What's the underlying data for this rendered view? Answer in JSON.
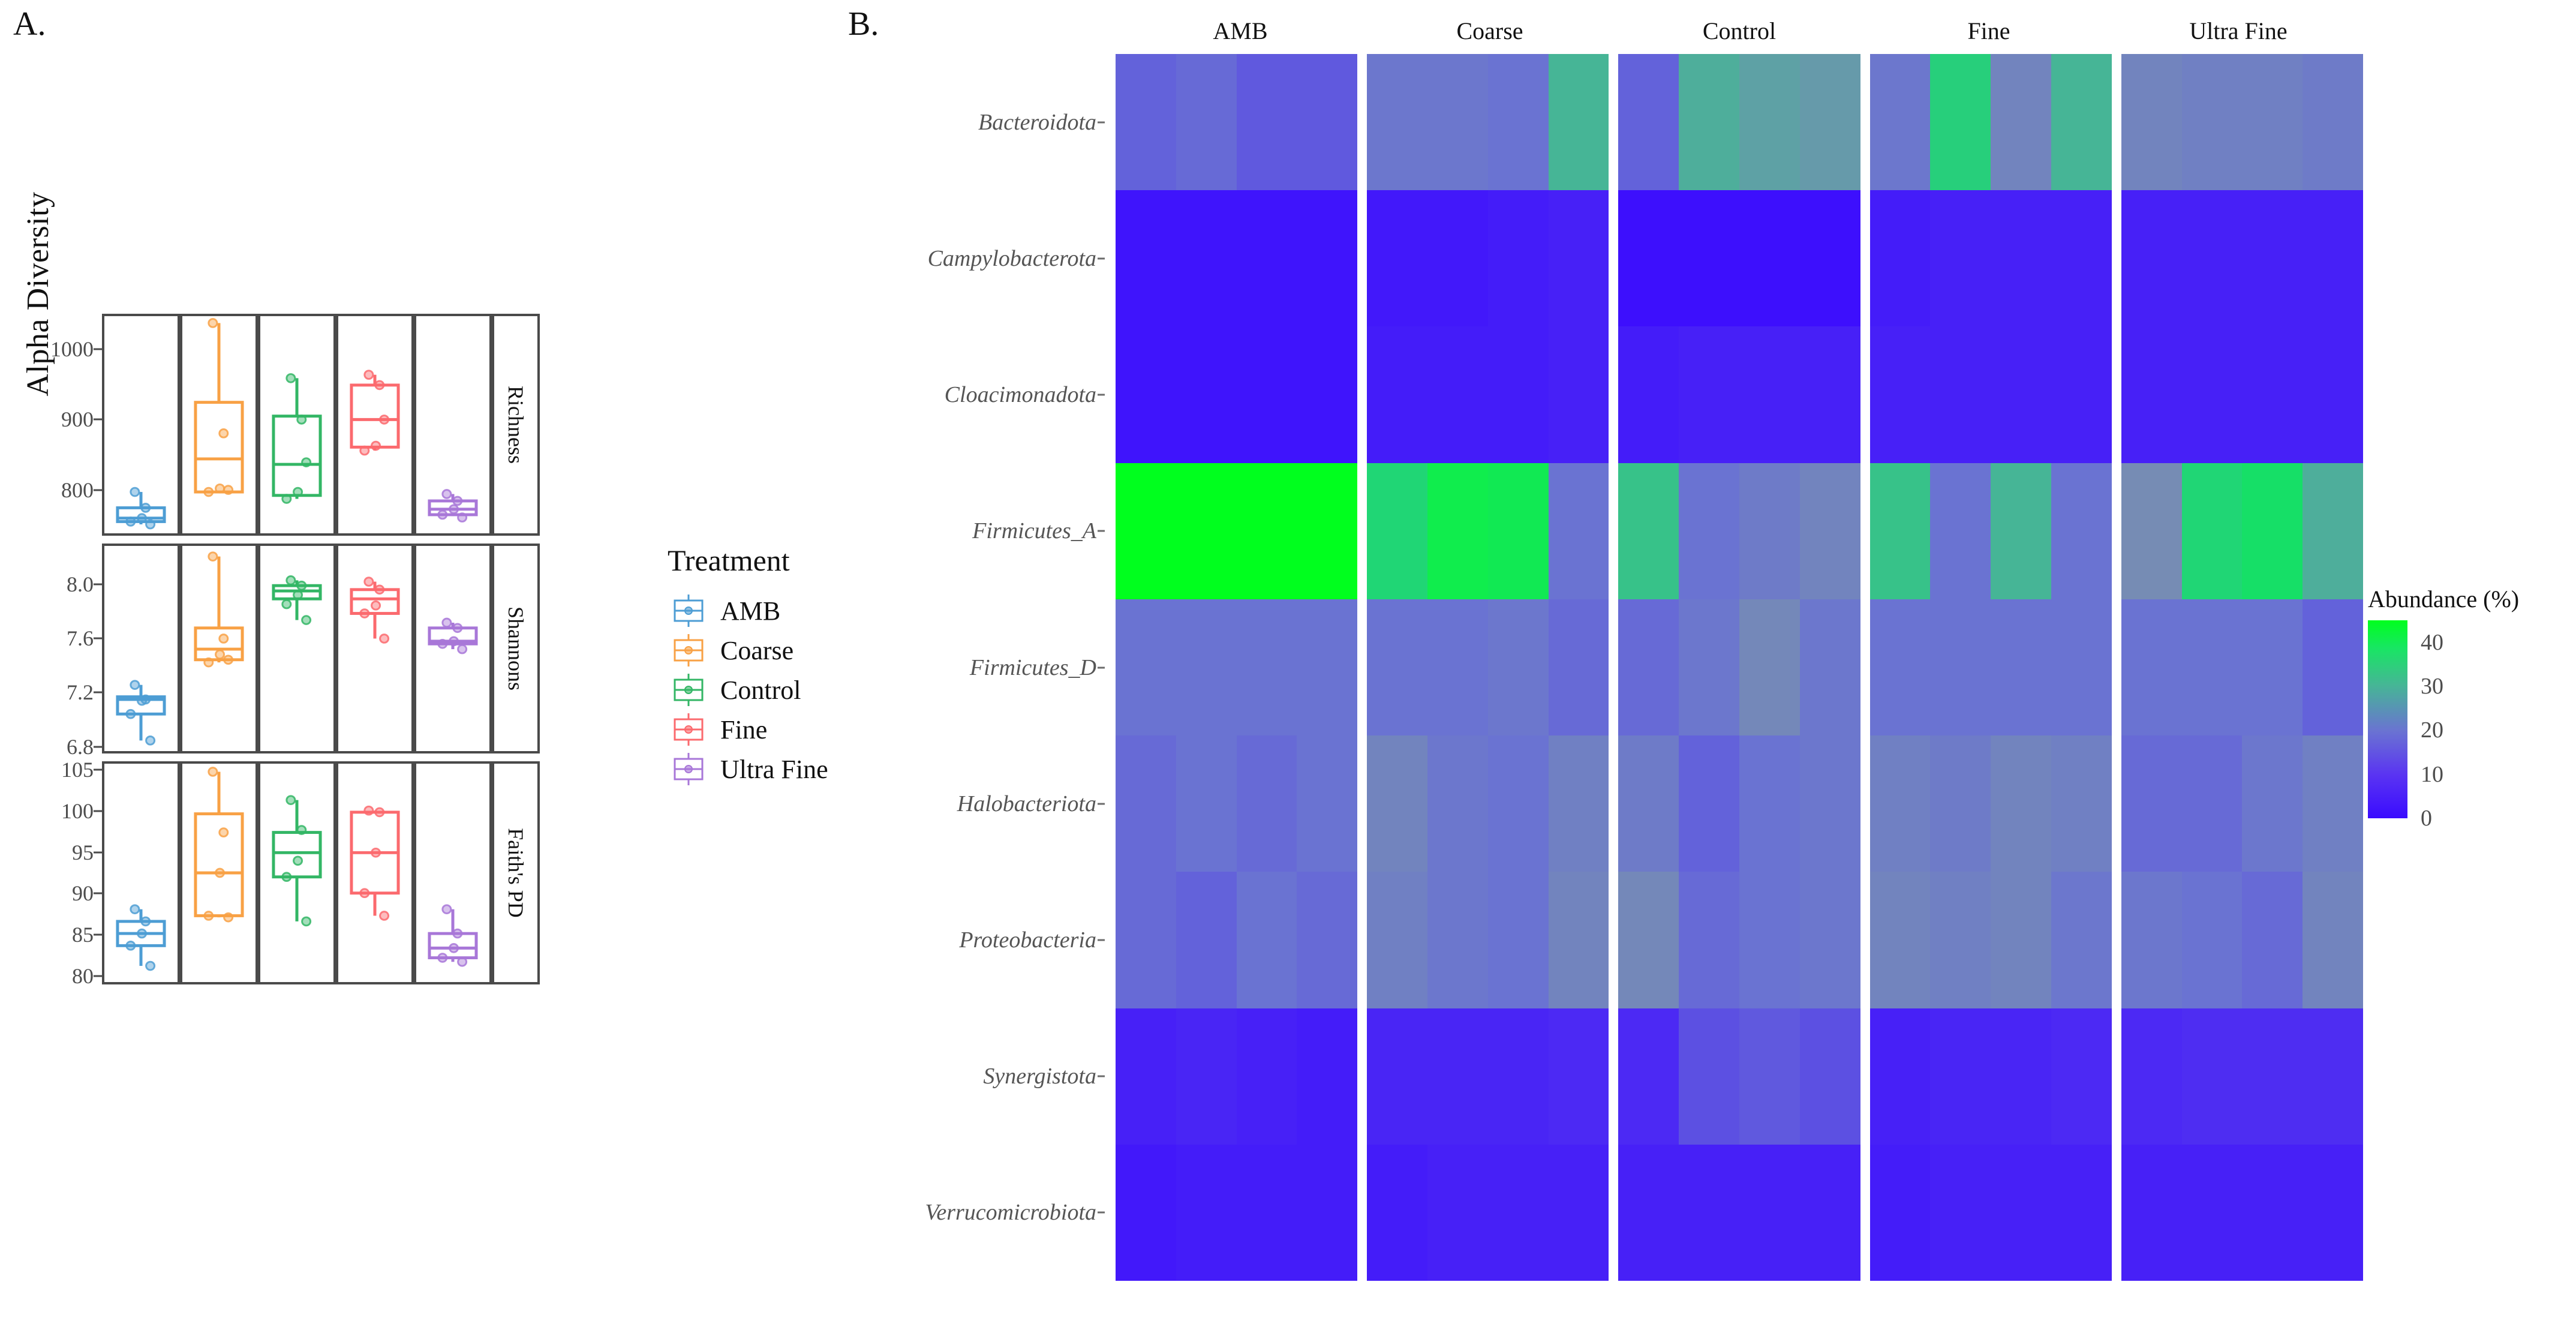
{
  "figure": {
    "panel_a_letter": "A.",
    "panel_b_letter": "B."
  },
  "panel_a": {
    "y_axis_label": "Alpha Diversity",
    "legend_title": "Treatment",
    "treatments": [
      {
        "name": "AMB",
        "color": "#4D9DD4"
      },
      {
        "name": "Coarse",
        "color": "#F8A145"
      },
      {
        "name": "Control",
        "color": "#33B665"
      },
      {
        "name": "Fine",
        "color": "#FB6A6E"
      },
      {
        "name": "Ultra Fine",
        "color": "#A877D8"
      }
    ],
    "facets": [
      {
        "strip_label": "Richness",
        "ticks": [
          1000,
          900,
          800
        ],
        "ylim": [
          735,
          1050
        ],
        "boxes": [
          {
            "treatment": "AMB",
            "min": 748,
            "q1": 752,
            "median": 757,
            "q3": 772,
            "max": 795,
            "points": [
              795,
              772,
              757,
              752,
              748
            ]
          },
          {
            "treatment": "Coarse",
            "min": 795,
            "q1": 795,
            "median": 843,
            "q3": 925,
            "max": 1040,
            "points": [
              1040,
              880,
              800,
              795,
              798
            ]
          },
          {
            "treatment": "Control",
            "min": 785,
            "q1": 790,
            "median": 835,
            "q3": 905,
            "max": 960,
            "points": [
              960,
              900,
              795,
              785,
              838
            ]
          },
          {
            "treatment": "Fine",
            "min": 855,
            "q1": 860,
            "median": 900,
            "q3": 950,
            "max": 965,
            "points": [
              965,
              950,
              862,
              855,
              900
            ]
          },
          {
            "treatment": "Ultra Fine",
            "min": 760,
            "q1": 762,
            "median": 770,
            "q3": 782,
            "max": 792,
            "points": [
              792,
              782,
              770,
              762,
              758
            ]
          }
        ]
      },
      {
        "strip_label": "Shannons",
        "ticks": [
          "8.0",
          "7.6",
          "7.2",
          "6.8"
        ],
        "ylim": [
          6.75,
          8.3
        ],
        "boxes": [
          {
            "treatment": "AMB",
            "min": 6.83,
            "q1": 7.03,
            "median": 7.14,
            "q3": 7.16,
            "max": 7.25,
            "points": [
              7.25,
              7.14,
              7.13,
              7.03,
              6.83
            ]
          },
          {
            "treatment": "Coarse",
            "min": 7.42,
            "q1": 7.44,
            "median": 7.52,
            "q3": 7.68,
            "max": 8.22,
            "points": [
              8.22,
              7.6,
              7.48,
              7.42,
              7.44
            ]
          },
          {
            "treatment": "Control",
            "min": 7.74,
            "q1": 7.9,
            "median": 7.96,
            "q3": 8.0,
            "max": 8.04,
            "points": [
              8.04,
              8.0,
              7.93,
              7.86,
              7.74
            ]
          },
          {
            "treatment": "Fine",
            "min": 7.6,
            "q1": 7.79,
            "median": 7.9,
            "q3": 7.97,
            "max": 8.03,
            "points": [
              8.03,
              7.97,
              7.85,
              7.79,
              7.6
            ]
          },
          {
            "treatment": "Ultra Fine",
            "min": 7.52,
            "q1": 7.56,
            "median": 7.58,
            "q3": 7.68,
            "max": 7.72,
            "points": [
              7.72,
              7.68,
              7.58,
              7.56,
              7.52
            ]
          }
        ]
      },
      {
        "strip_label": "Faith's PD",
        "ticks": [
          105,
          100,
          95,
          90,
          85,
          80
        ],
        "ylim": [
          79,
          106
        ],
        "boxes": [
          {
            "treatment": "AMB",
            "min": 81.0,
            "q1": 83.5,
            "median": 85.0,
            "q3": 86.5,
            "max": 88.0,
            "points": [
              88.0,
              86.5,
              85.0,
              83.5,
              81.0
            ]
          },
          {
            "treatment": "Coarse",
            "min": 87.0,
            "q1": 87.2,
            "median": 92.5,
            "q3": 99.8,
            "max": 105.0,
            "points": [
              105.0,
              97.5,
              92.5,
              87.2,
              87.0
            ]
          },
          {
            "treatment": "Control",
            "min": 86.5,
            "q1": 92.0,
            "median": 95.0,
            "q3": 97.5,
            "max": 101.5,
            "points": [
              101.5,
              97.8,
              94.0,
              92.0,
              86.5
            ]
          },
          {
            "treatment": "Fine",
            "min": 87.2,
            "q1": 90.0,
            "median": 95.0,
            "q3": 100.0,
            "max": 100.2,
            "points": [
              100.2,
              100.0,
              95.0,
              90.0,
              87.2
            ]
          },
          {
            "treatment": "Ultra Fine",
            "min": 81.5,
            "q1": 82.0,
            "median": 83.2,
            "q3": 85.0,
            "max": 88.0,
            "points": [
              88.0,
              85.0,
              83.2,
              82.0,
              81.5
            ]
          }
        ]
      }
    ]
  },
  "panel_b": {
    "colorbar_title": "Abundance (%)",
    "colorbar_ticks": [
      40,
      30,
      20,
      10,
      0
    ],
    "colorbar_range": [
      0,
      45
    ],
    "groups": [
      "AMB",
      "Coarse",
      "Control",
      "Fine",
      "Ultra Fine"
    ],
    "replicates_per_group": 4,
    "taxa": [
      "Bacteroidota",
      "Campylobacterota",
      "Cloacimonadota",
      "Firmicutes_A",
      "Firmicutes_D",
      "Halobacteriota",
      "Proteobacteria",
      "Synergistota",
      "Verrucomicrobiota"
    ],
    "chart_data": {
      "type": "heatmap",
      "title": "Abundance (%)",
      "xlabel": "",
      "ylabel": "",
      "x_groups": [
        "AMB",
        "Coarse",
        "Control",
        "Fine",
        "Ultra Fine"
      ],
      "y_categories": [
        "Bacteroidota",
        "Campylobacterota",
        "Cloacimonadota",
        "Firmicutes_A",
        "Firmicutes_D",
        "Halobacteriota",
        "Proteobacteria",
        "Synergistota",
        "Verrucomicrobiota"
      ],
      "zlim": [
        0,
        45
      ],
      "colorscale": [
        "#3a0bff",
        "#5a34f2",
        "#6a73d2",
        "#46b596",
        "#18e663",
        "#00ff1e"
      ],
      "values": [
        [
          [
            14,
            15,
            13,
            13
          ],
          [
            17,
            17,
            16,
            28
          ],
          [
            14,
            27,
            25,
            24
          ],
          [
            17,
            32,
            20,
            28
          ],
          [
            20,
            19,
            19,
            18
          ]
        ],
        [
          [
            2,
            2,
            2,
            2
          ],
          [
            3,
            3,
            4,
            5
          ],
          [
            1,
            1,
            1,
            1
          ],
          [
            4,
            5,
            5,
            5
          ],
          [
            5,
            5,
            5,
            5
          ]
        ],
        [
          [
            2,
            2,
            2,
            2
          ],
          [
            4,
            4,
            4,
            5
          ],
          [
            4,
            5,
            5,
            5
          ],
          [
            5,
            5,
            5,
            5
          ],
          [
            5,
            5,
            5,
            5
          ]
        ],
        [
          [
            45,
            45,
            45,
            45
          ],
          [
            33,
            39,
            38,
            16
          ],
          [
            30,
            16,
            18,
            20
          ],
          [
            30,
            16,
            28,
            16
          ],
          [
            22,
            33,
            35,
            27
          ]
        ],
        [
          [
            16,
            16,
            16,
            16
          ],
          [
            16,
            16,
            17,
            15
          ],
          [
            15,
            17,
            21,
            17
          ],
          [
            16,
            16,
            16,
            16
          ],
          [
            16,
            16,
            16,
            14
          ]
        ],
        [
          [
            15,
            16,
            15,
            16
          ],
          [
            20,
            17,
            16,
            19
          ],
          [
            18,
            14,
            16,
            17
          ],
          [
            19,
            18,
            20,
            19
          ],
          [
            15,
            15,
            17,
            19
          ]
        ],
        [
          [
            15,
            14,
            16,
            15
          ],
          [
            19,
            17,
            16,
            20
          ],
          [
            21,
            15,
            16,
            17
          ],
          [
            20,
            19,
            20,
            17
          ],
          [
            17,
            16,
            15,
            20
          ]
        ],
        [
          [
            5,
            6,
            5,
            4
          ],
          [
            6,
            6,
            6,
            7
          ],
          [
            7,
            12,
            13,
            12
          ],
          [
            5,
            6,
            6,
            7
          ],
          [
            7,
            8,
            8,
            8
          ]
        ],
        [
          [
            3,
            4,
            4,
            4
          ],
          [
            4,
            5,
            5,
            5
          ],
          [
            5,
            5,
            5,
            5
          ],
          [
            4,
            5,
            5,
            5
          ],
          [
            5,
            5,
            5,
            5
          ]
        ]
      ]
    }
  }
}
